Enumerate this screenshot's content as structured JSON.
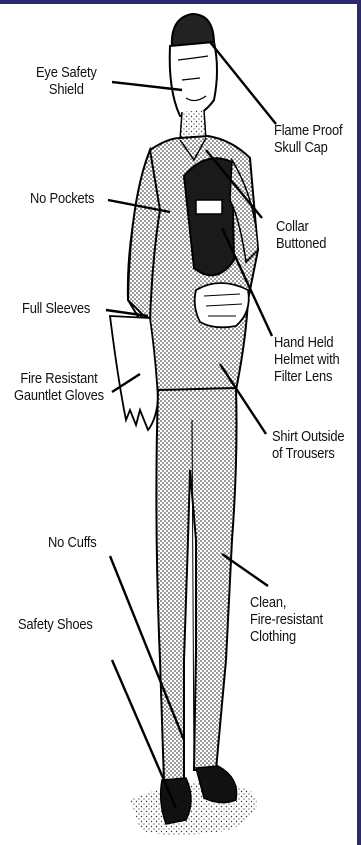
{
  "labels": {
    "eye_safety_shield": "Eye Safety\nShield",
    "no_pockets": "No Pockets",
    "full_sleeves": "Full Sleeves",
    "fire_resistant_gloves": "Fire Resistant\nGauntlet Gloves",
    "no_cuffs": "No Cuffs",
    "safety_shoes": "Safety Shoes",
    "flame_proof_cap": "Flame Proof\nSkull Cap",
    "collar_buttoned": "Collar\nButtoned",
    "hand_held_helmet": "Hand Held\nHelmet with\nFilter Lens",
    "shirt_outside": "Shirt Outside\nof Trousers",
    "clean_clothing": "Clean,\nFire-resistant\nClothing"
  },
  "colors": {
    "border": "#2b2b6b",
    "ink": "#111111"
  }
}
